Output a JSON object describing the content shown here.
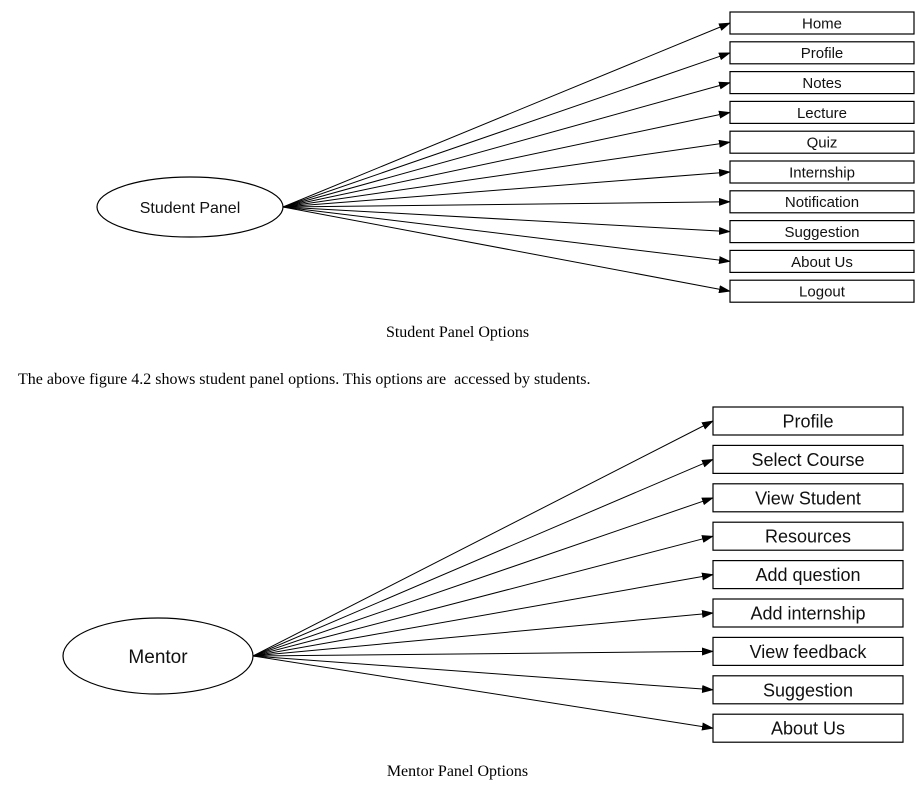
{
  "student_diagram": {
    "hub_label": "Student Panel",
    "options": [
      "Home",
      "Profile",
      "Notes",
      "Lecture",
      "Quiz",
      "Internship",
      "Notification",
      "Suggestion",
      "About Us",
      "Logout"
    ],
    "caption": "Student Panel Options"
  },
  "paragraph": "The above figure 4.2 shows student panel options. This options are  accessed by students.",
  "mentor_diagram": {
    "hub_label": "Mentor",
    "options": [
      "Profile",
      "Select Course",
      "View Student",
      "Resources",
      "Add question",
      "Add internship",
      "View feedback",
      "Suggestion",
      "About Us"
    ],
    "caption": "Mentor Panel Options"
  }
}
